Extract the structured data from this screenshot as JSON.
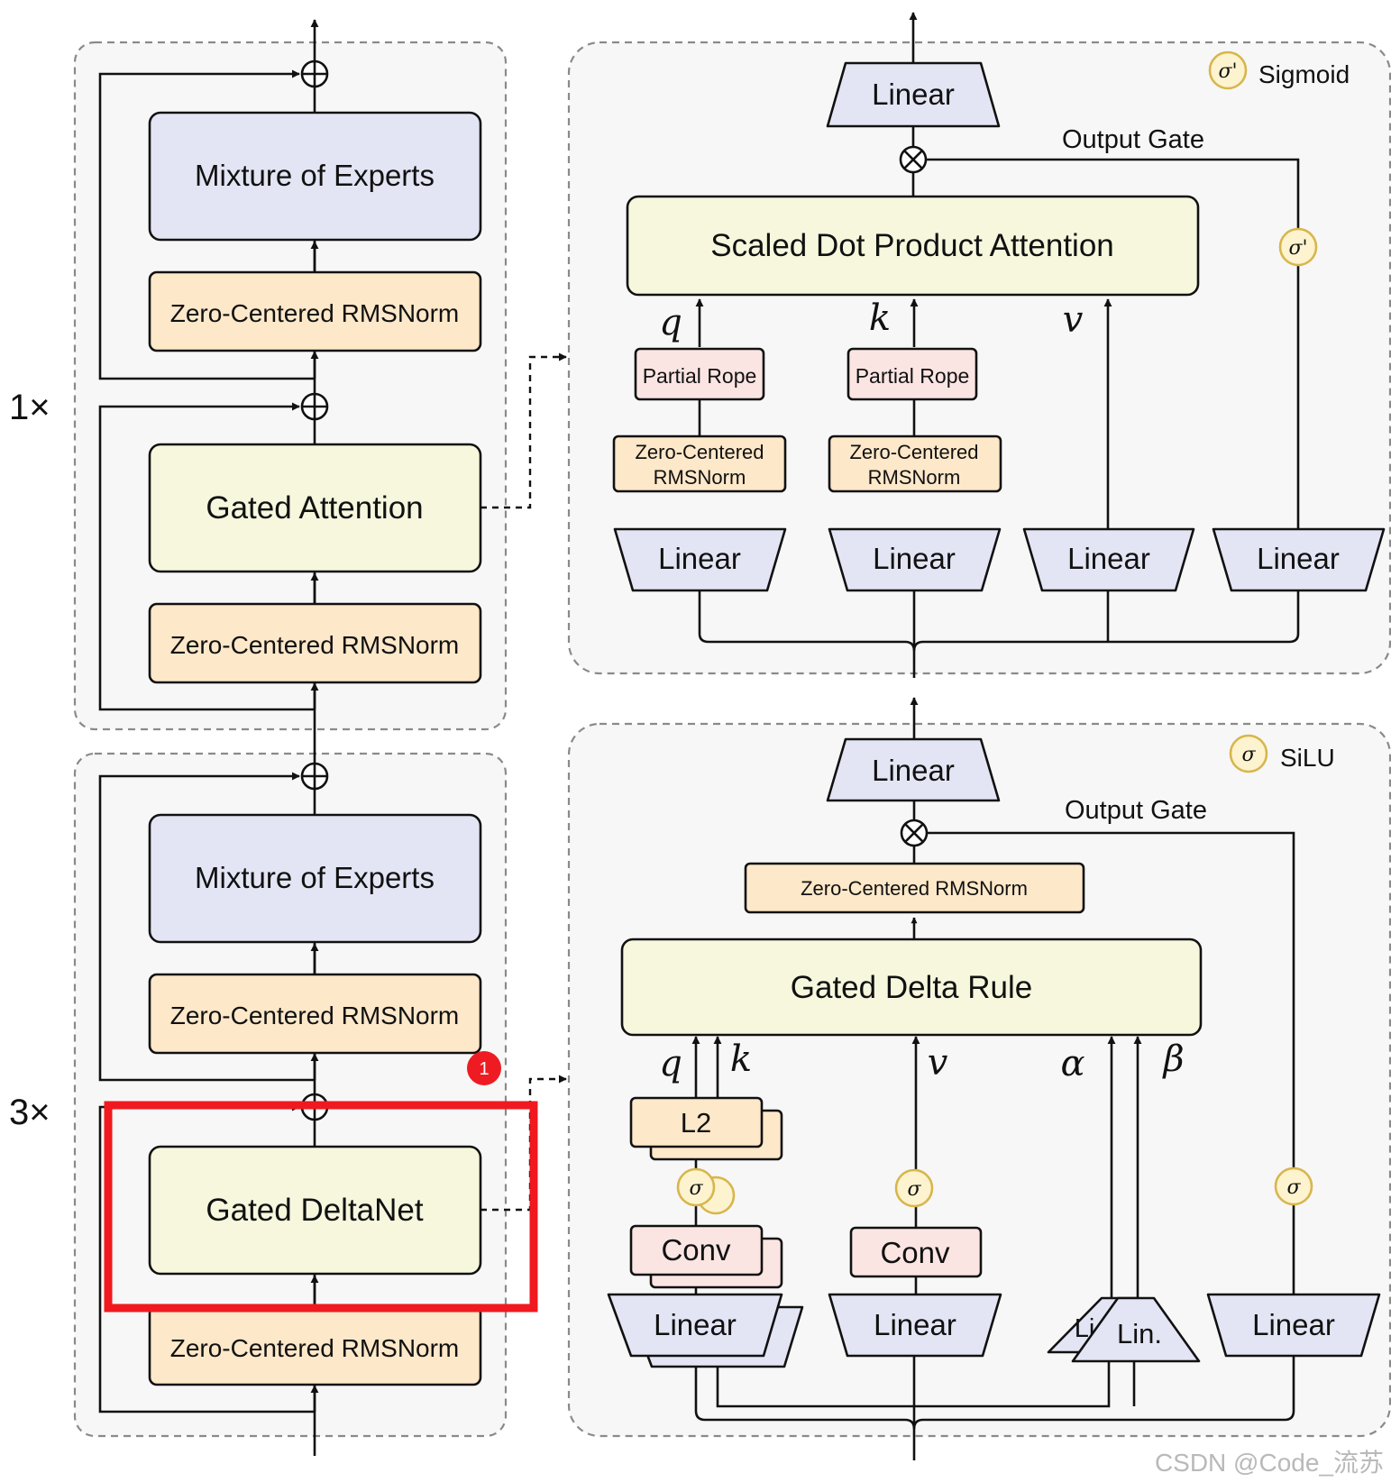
{
  "left_stack": {
    "multiplier_top": "1×",
    "multiplier_bottom": "3×",
    "attention_block": {
      "moe": "Mixture of Experts",
      "norm_top": "Zero-Centered RMSNorm",
      "core": "Gated Attention",
      "norm_bottom": "Zero-Centered RMSNorm"
    },
    "deltanet_block": {
      "moe": "Mixture of Experts",
      "norm_top": "Zero-Centered RMSNorm",
      "core": "Gated DeltaNet",
      "norm_bottom": "Zero-Centered RMSNorm"
    },
    "badge": "1"
  },
  "attention_panel": {
    "legend_symbol": "σ'",
    "legend_label": "Sigmoid",
    "linear_out": "Linear",
    "output_gate": "Output Gate",
    "sdpa": "Scaled Dot Product Attention",
    "gate_symbol": "σ'",
    "q": "q",
    "k": "k",
    "v": "v",
    "rope_q": "Partial Rope",
    "rope_k": "Partial Rope",
    "norm_q_1": "Zero-Centered",
    "norm_q_2": "RMSNorm",
    "norm_k_1": "Zero-Centered",
    "norm_k_2": "RMSNorm",
    "linear_q": "Linear",
    "linear_k": "Linear",
    "linear_v": "Linear",
    "linear_gate": "Linear"
  },
  "delta_panel": {
    "legend_symbol": "σ",
    "legend_label": "SiLU",
    "linear_out": "Linear",
    "output_gate": "Output Gate",
    "norm": "Zero-Centered RMSNorm",
    "rule": "Gated Delta Rule",
    "q": "q",
    "k": "k",
    "v": "v",
    "alpha": "α",
    "beta": "β",
    "l2": "L2",
    "sigma_qk": "σ",
    "sigma_v": "σ",
    "sigma_gate": "σ",
    "conv_qk": "Conv",
    "conv_v": "Conv",
    "linear_qk": "Linear",
    "linear_v": "Linear",
    "lin_alpha": "Li",
    "lin_beta": "Lin.",
    "linear_gate": "Linear"
  },
  "watermark": "CSDN @Code_流苏",
  "colors": {
    "purple_fill": "#e3e5f4",
    "norm_fill": "#fde8c9",
    "core_fill": "#f6f7dd",
    "rope_fill": "#fbe5e3",
    "sigma_fill": "#fdf3cf",
    "sigma_stroke": "#d8b64c",
    "highlight": "#f0191f"
  }
}
